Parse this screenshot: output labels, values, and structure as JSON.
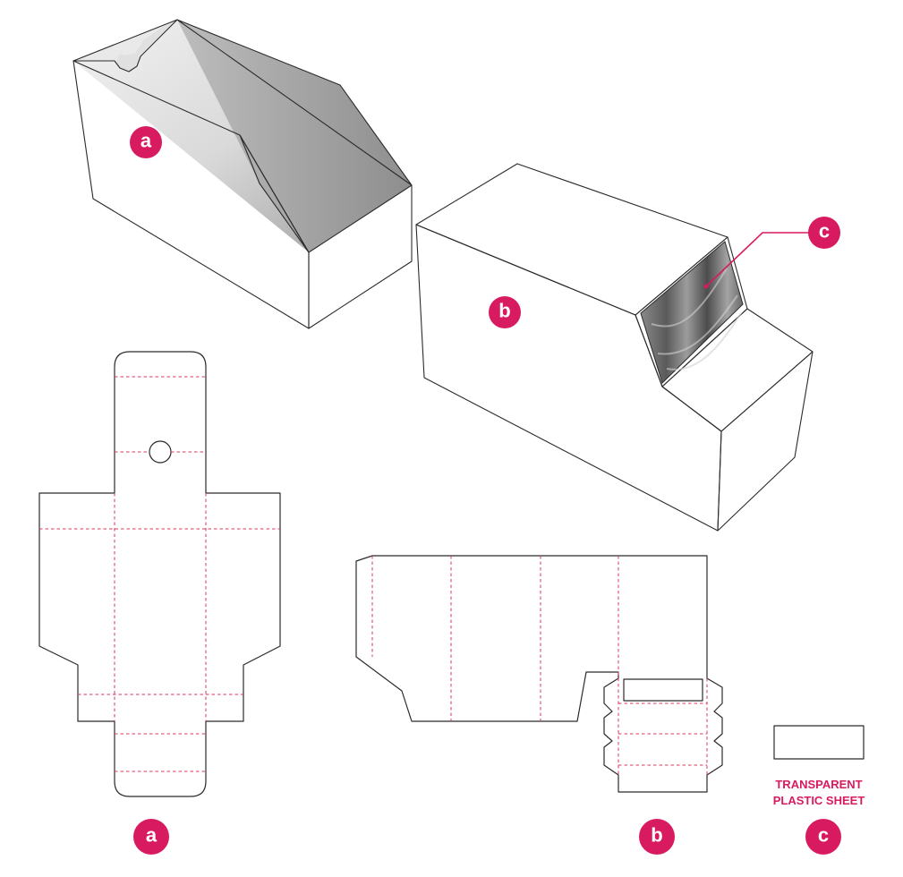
{
  "badges": {
    "a_top": "a",
    "b_top": "b",
    "c_top": "c",
    "a_bottom": "a",
    "b_bottom": "b",
    "c_bottom": "c"
  },
  "plastic_sheet": {
    "line1": "TRANSPARENT",
    "line2": "PLASTIC SHEET"
  },
  "colors": {
    "accent": "#d81b60",
    "fold_line": "#d93a5e",
    "cut_line": "#2b2b2b"
  }
}
